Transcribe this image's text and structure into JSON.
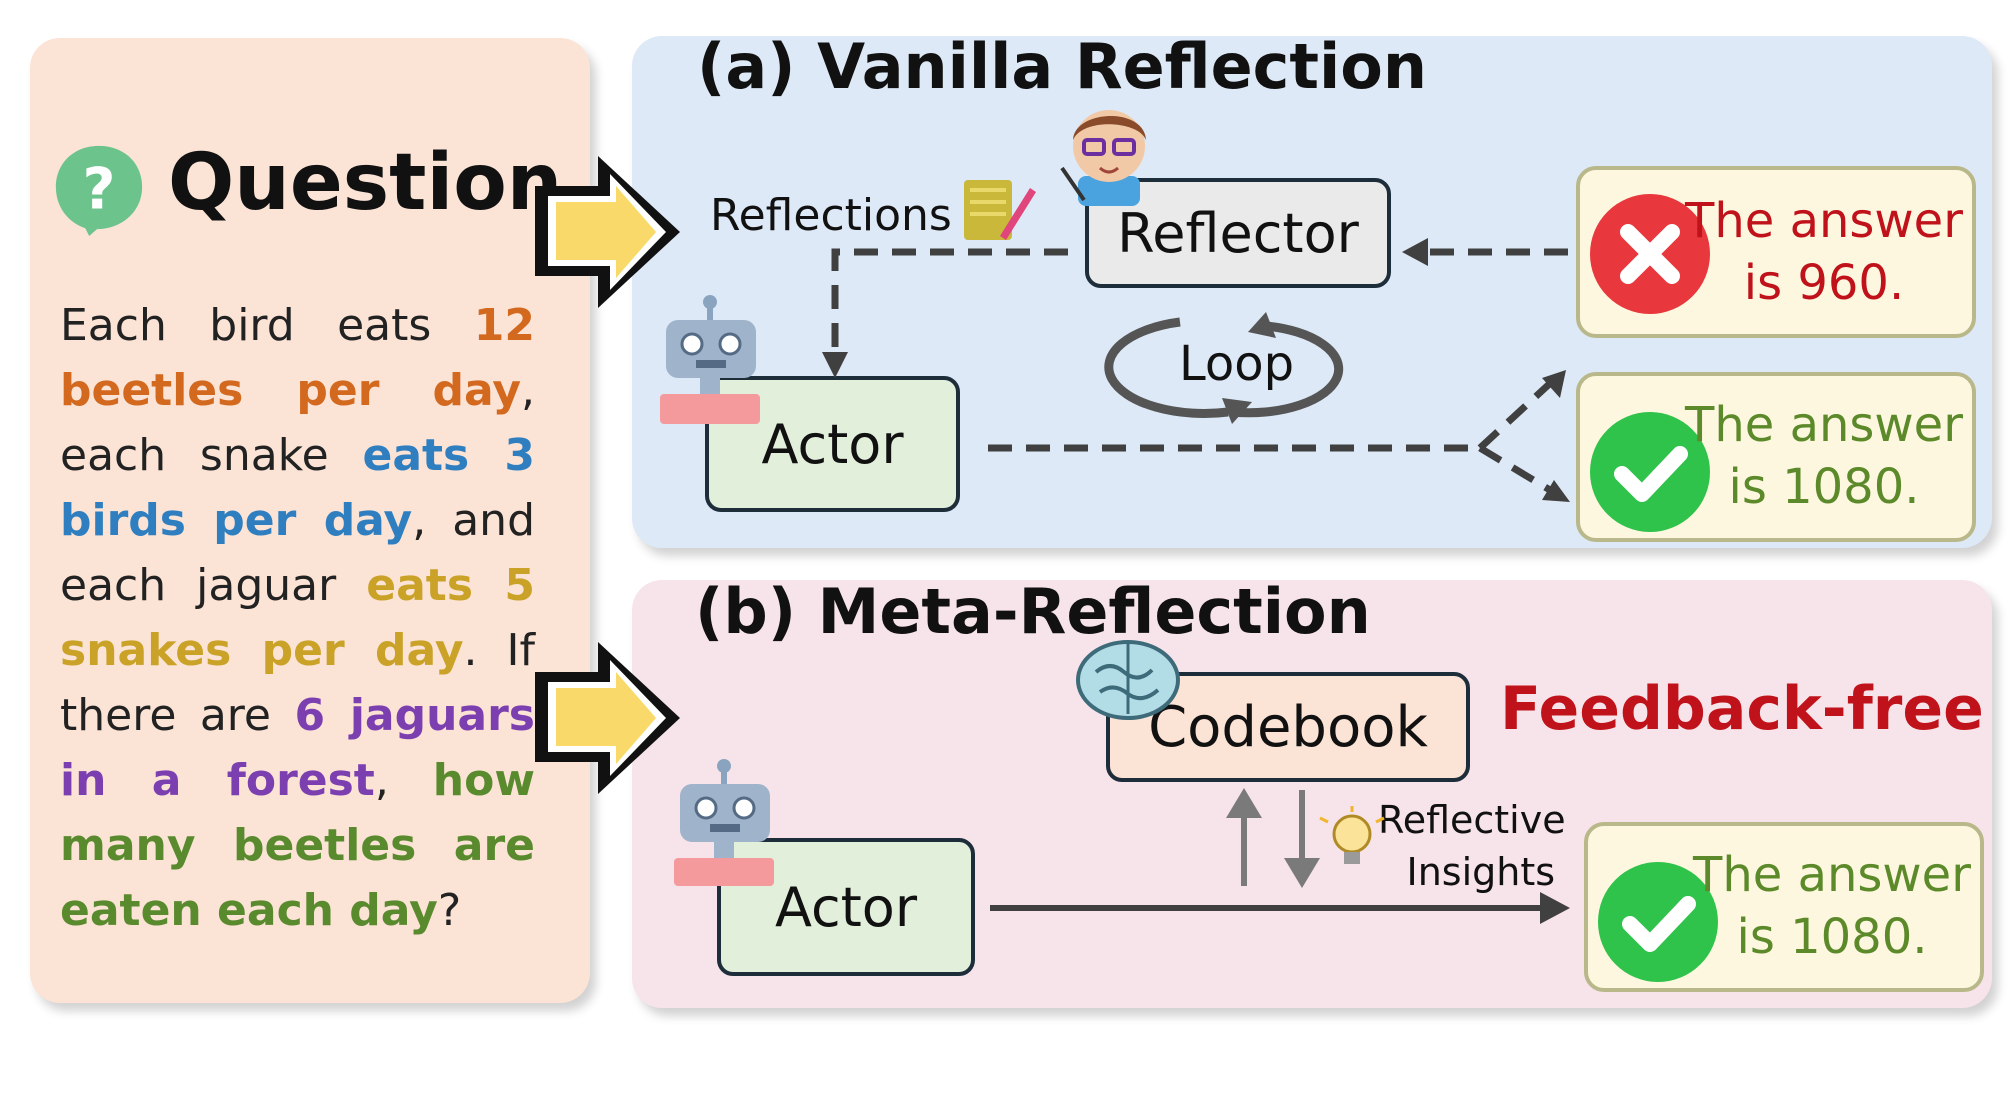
{
  "question": {
    "title": "Question",
    "segments": [
      {
        "text": "Each bird eats ",
        "color": "#222222",
        "bold": false
      },
      {
        "text": "12 beetles per day",
        "color": "#d2691e",
        "bold": true
      },
      {
        "text": ", each snake ",
        "color": "#222222",
        "bold": false
      },
      {
        "text": "eats 3 birds per day",
        "color": "#2f7fc0",
        "bold": true
      },
      {
        "text": ", and each jaguar ",
        "color": "#222222",
        "bold": false
      },
      {
        "text": "eats 5 snakes per day",
        "color": "#c9a227",
        "bold": true
      },
      {
        "text": ". If there are ",
        "color": "#222222",
        "bold": false
      },
      {
        "text": "6 jaguars in a forest",
        "color": "#7b3fb0",
        "bold": true
      },
      {
        "text": ", ",
        "color": "#222222",
        "bold": false
      },
      {
        "text": "how many beetles are eaten each day",
        "color": "#5a8a2e",
        "bold": true
      },
      {
        "text": "?",
        "color": "#222222",
        "bold": false
      }
    ]
  },
  "vanilla": {
    "title": "(a) Vanilla Reflection",
    "reflections_label": "Reflections",
    "reflector_label": "Reflector",
    "actor_label": "Actor",
    "loop_label": "Loop",
    "wrong_answer": "The answer is 960.",
    "right_answer": "The answer is 1080."
  },
  "meta": {
    "title": "(b) Meta-Reflection",
    "codebook_label": "Codebook",
    "feedback_free_label": "Feedback-free",
    "insights_line1": "Reflective",
    "insights_line2": "Insights",
    "actor_label": "Actor",
    "answer": "The answer is 1080."
  },
  "colors": {
    "wrong": "#e8383d",
    "right": "#2fc34b",
    "wrong_text": "#c0121a",
    "right_text": "#5c8a2a",
    "feedback_free": "#c0121a",
    "arrow_fill": "#f8d969"
  }
}
